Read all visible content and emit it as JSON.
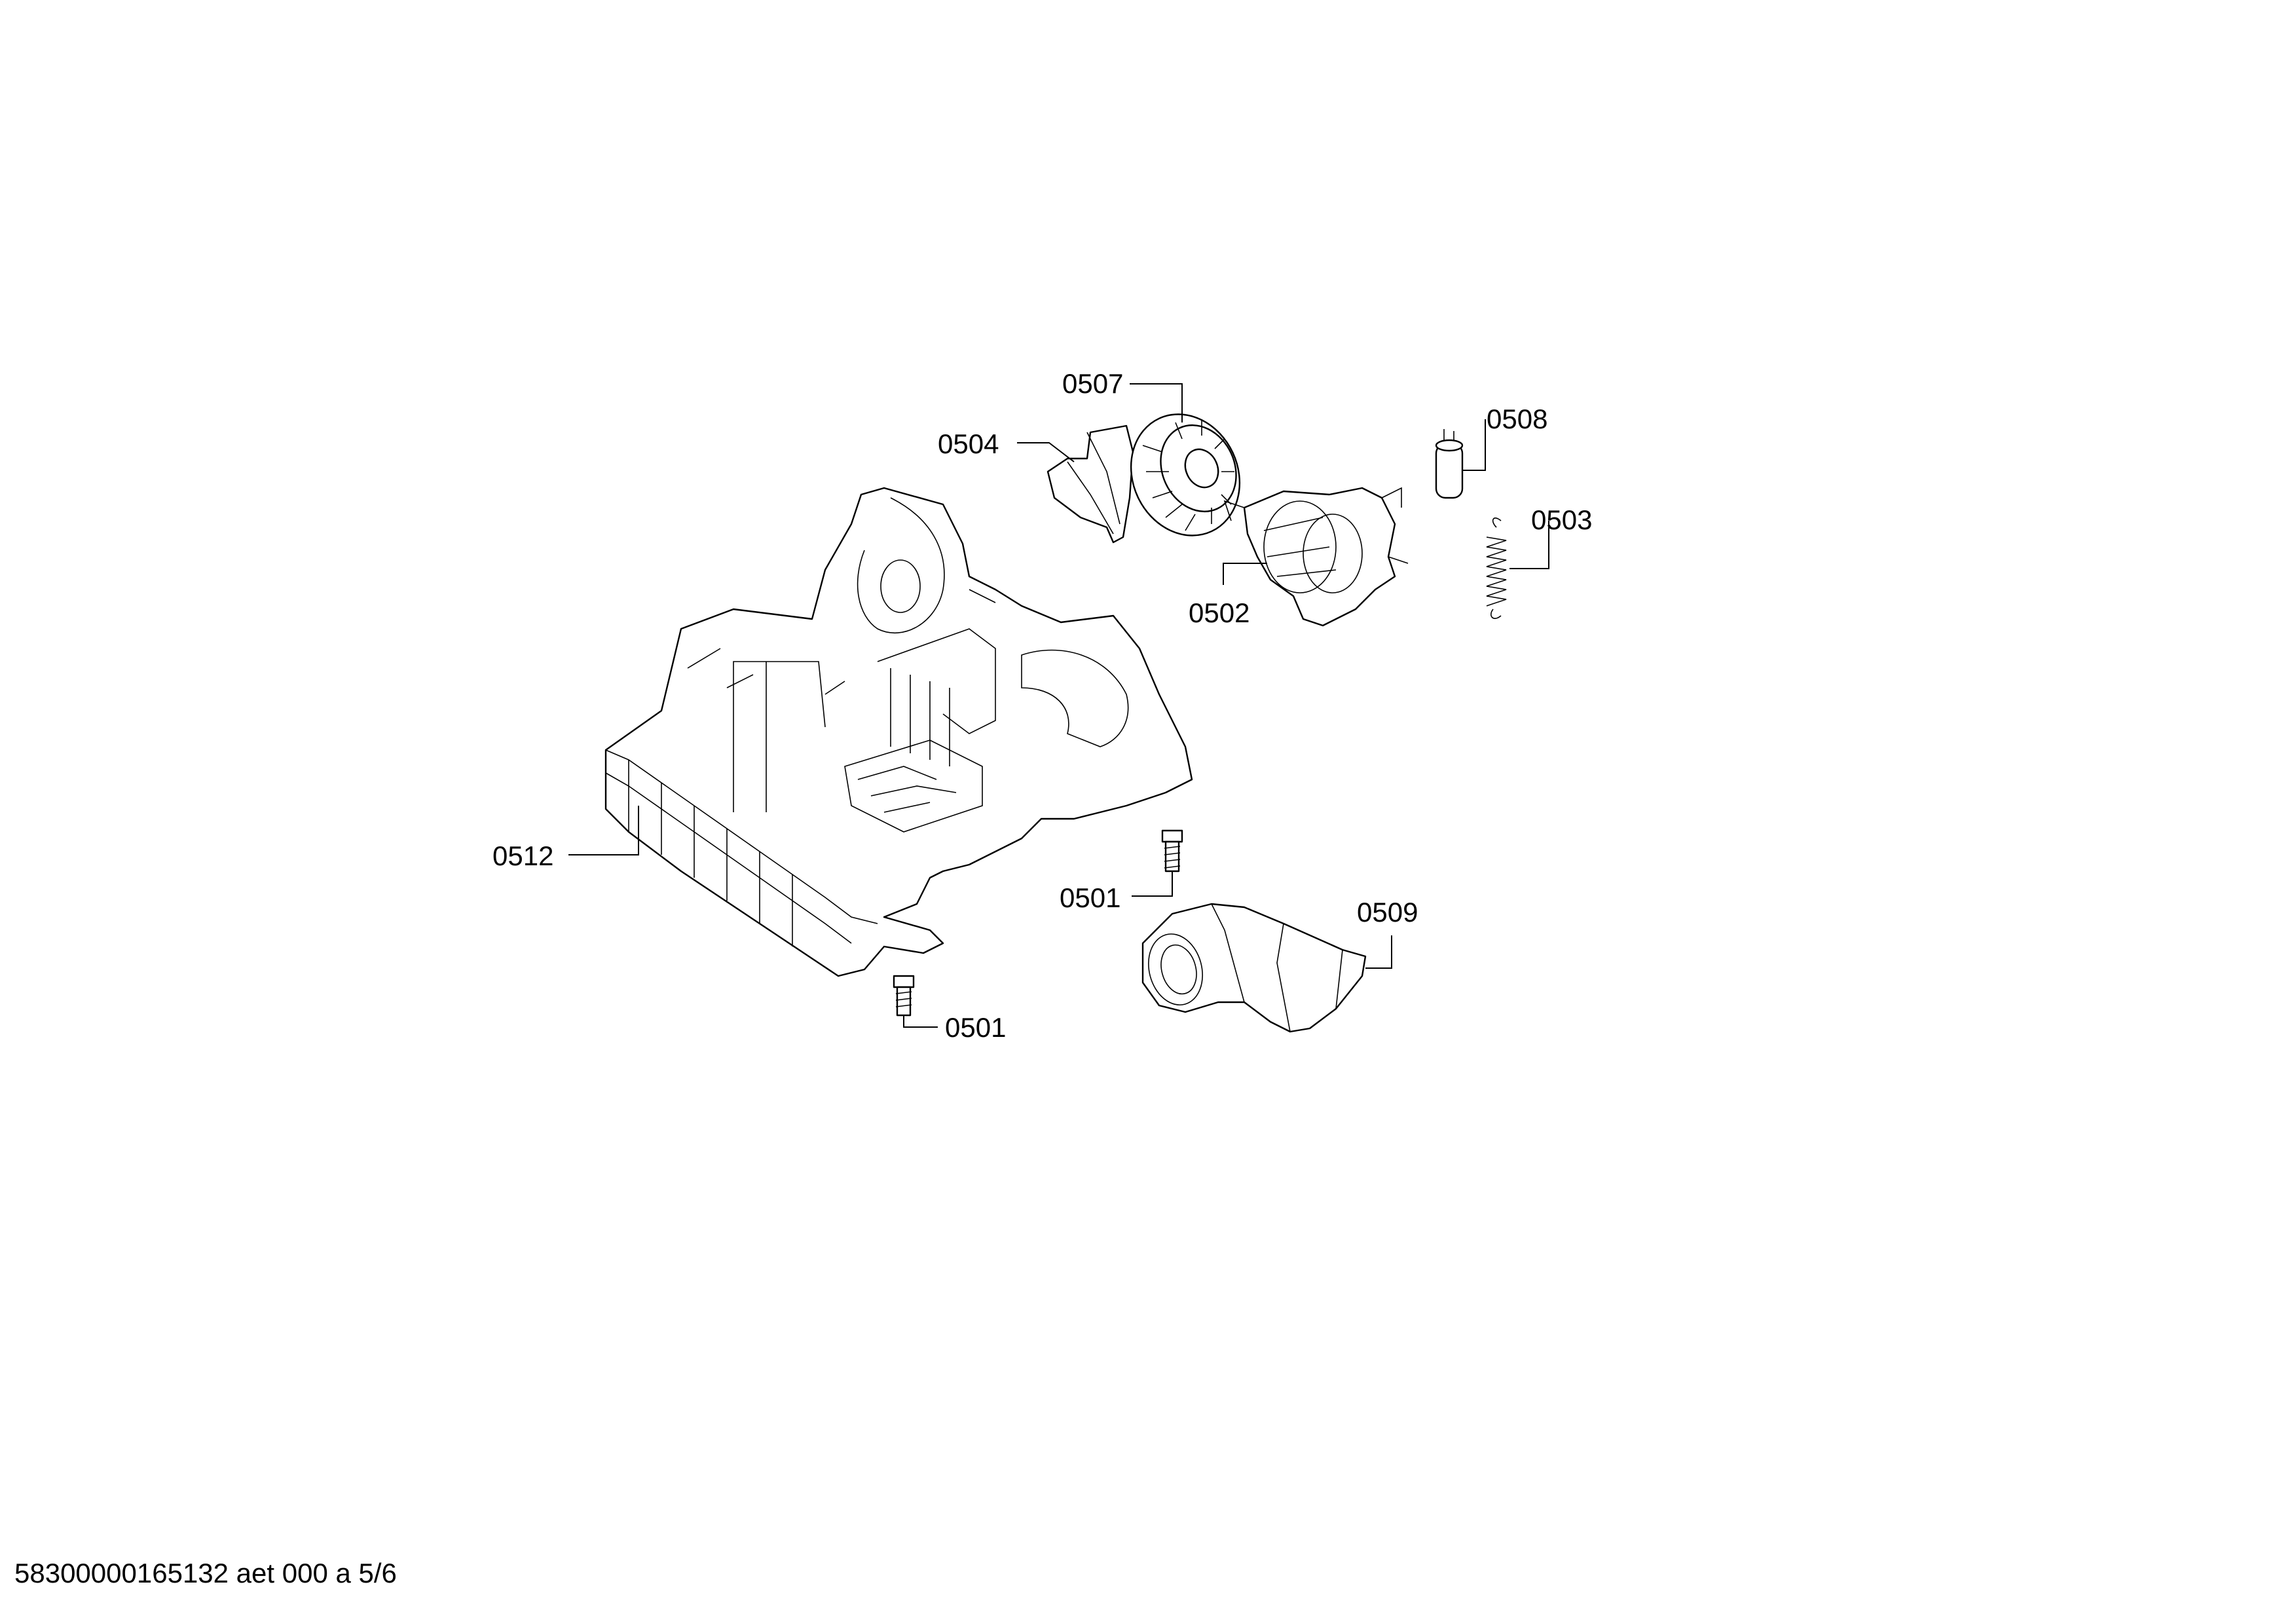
{
  "callouts": {
    "c0507": "0507",
    "c0504": "0504",
    "c0508": "0508",
    "c0503": "0503",
    "c0502": "0502",
    "c0512": "0512",
    "c0501a": "0501",
    "c0509": "0509",
    "c0501b": "0501"
  },
  "footer": {
    "document_id": "58300000165132 aet 000 a 5/6"
  }
}
